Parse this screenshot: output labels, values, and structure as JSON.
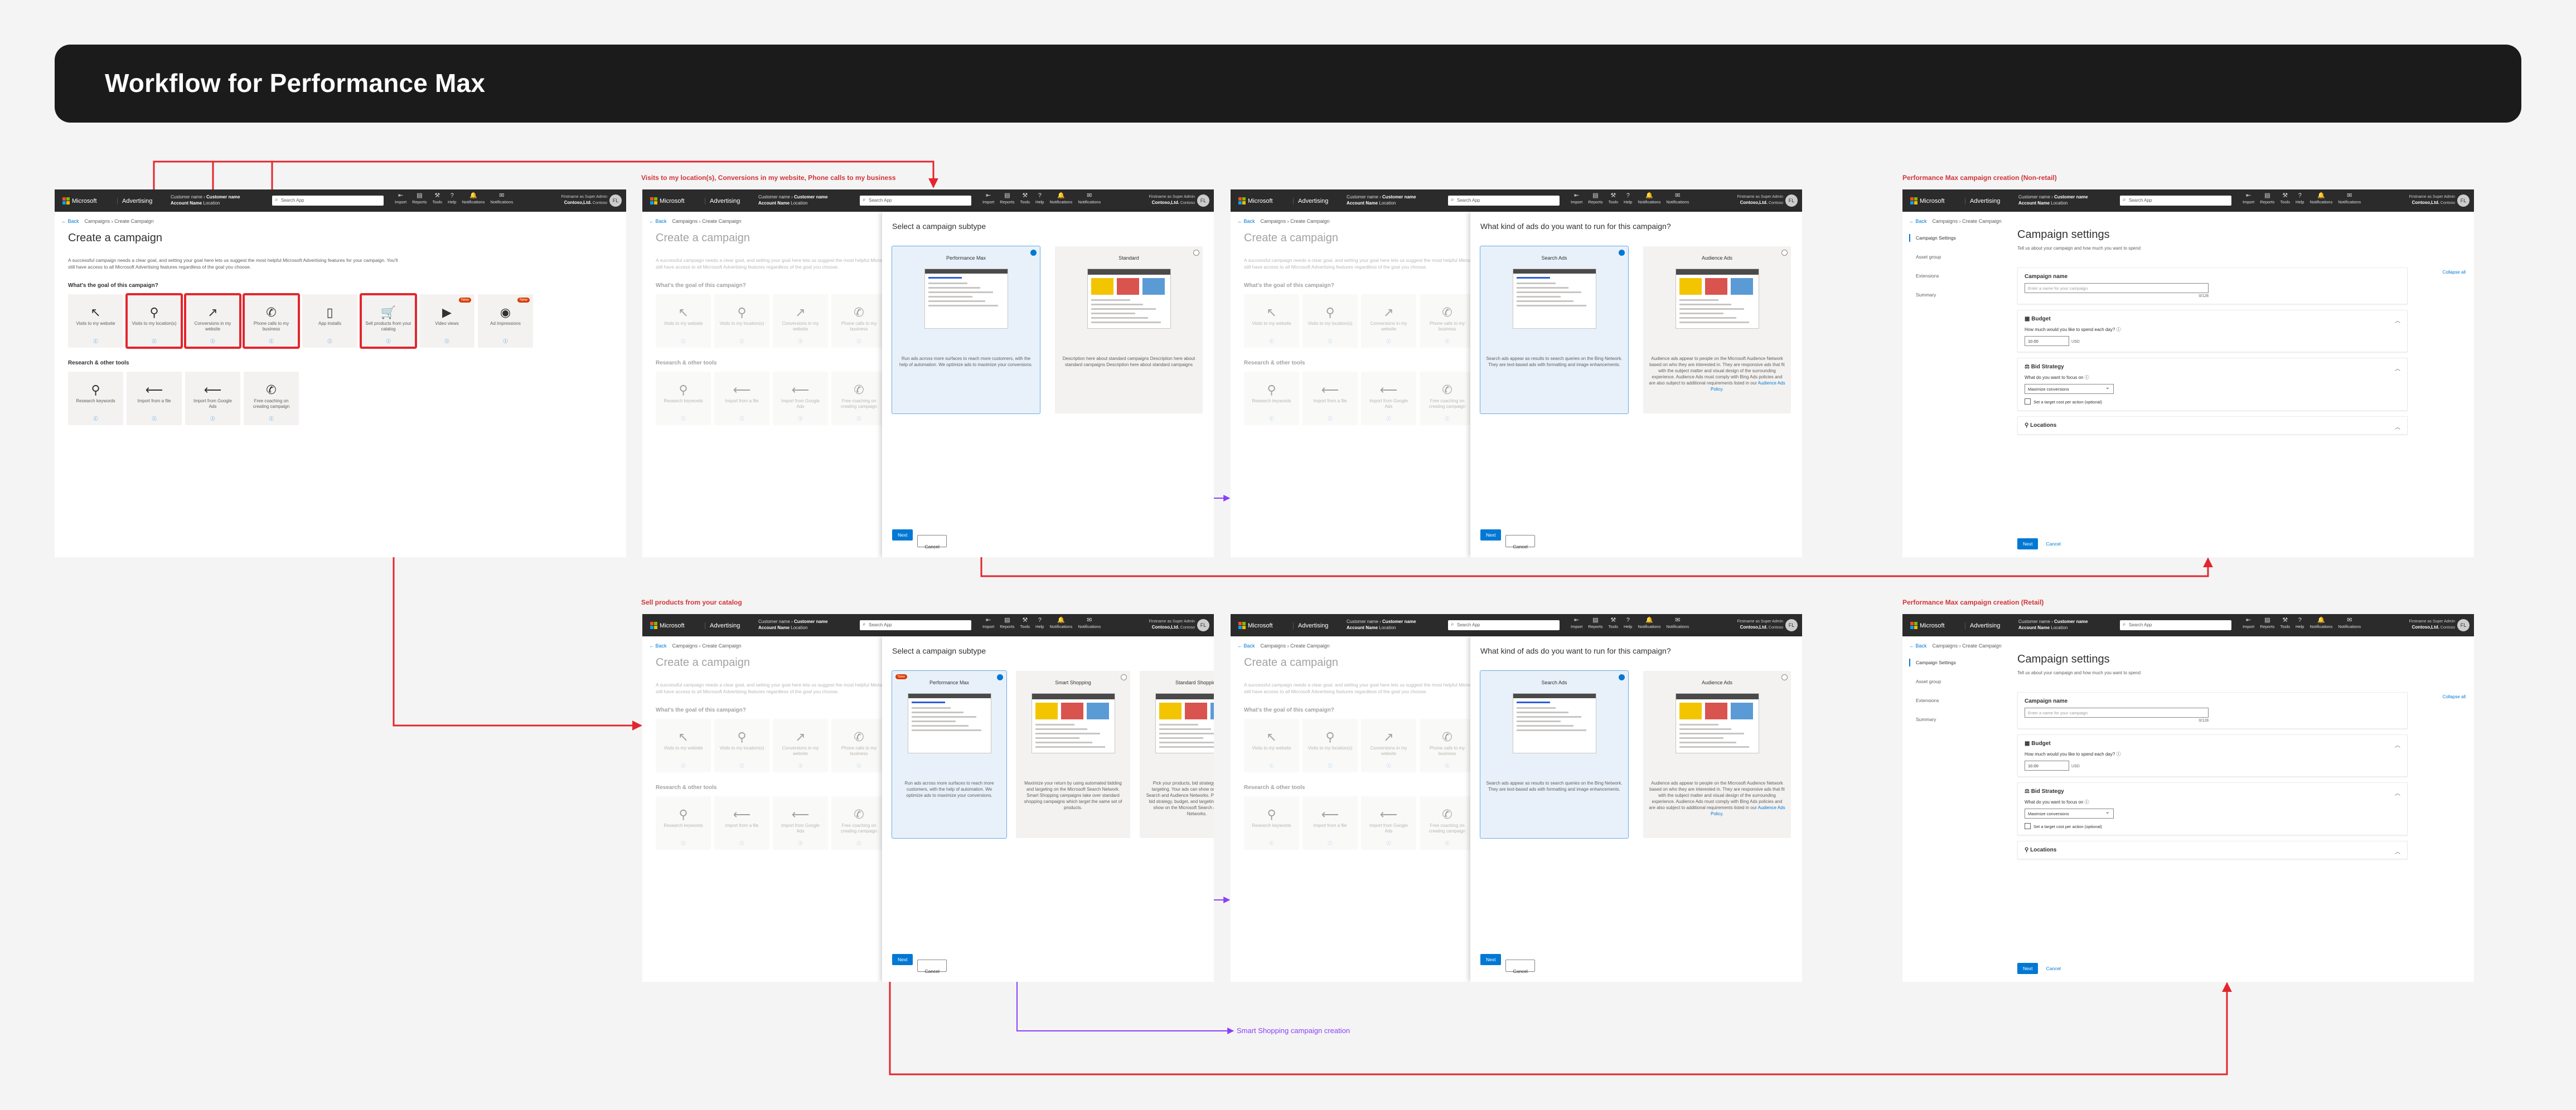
{
  "page_title": "Workflow for Performance Max",
  "flow_labels": {
    "row1_frame2": "Visits to my location(s), Conversions in my website, Phone calls to my business",
    "row1_frame4": "Performance Max campaign creation (Non-retail)",
    "row2_frame2": "Sell products from your catalog",
    "row2_frame4": "Performance Max campaign creation (Retail)",
    "smart_shopping": "Smart Shopping campaign creation"
  },
  "colors": {
    "flow_red": "#e3262e",
    "flow_purple": "#8a3ffc",
    "accent": "#0078d4",
    "topbar": "#2b2b2b"
  },
  "topbar": {
    "brand": "Microsoft",
    "product": "Advertising",
    "customer_label": "Customer name",
    "customer_value": "Customer name",
    "account_label": "Account Name",
    "account_value": "Location",
    "search_placeholder": "Search App",
    "tools": [
      {
        "label": "Import",
        "icon": "import-icon"
      },
      {
        "label": "Reports",
        "icon": "reports-icon"
      },
      {
        "label": "Tools",
        "icon": "tools-icon"
      },
      {
        "label": "Help",
        "icon": "help-icon"
      },
      {
        "label": "Notifications",
        "icon": "bell-icon"
      },
      {
        "label": "Notifications",
        "icon": "chat-icon"
      }
    ],
    "user_line1": "Firstname as Super Admin",
    "user_company": "Contoso,Ltd.",
    "user_extra": "Contoso",
    "avatar": "FL"
  },
  "breadcrumb": {
    "back": "Back",
    "campaigns": "Campaigns",
    "current": "Create Campaign"
  },
  "create": {
    "title": "Create a campaign",
    "description": "A successful campaign needs a clear goal, and setting your goal here lets us suggest the most helpful Microsoft Advertising features for your campaign. You'll still have access to all Microsoft Advertising features regardless of the goal you choose.",
    "goal_heading": "What's the goal of this campaign?",
    "goals": [
      {
        "label": "Visits to my website",
        "icon": "cursor-icon"
      },
      {
        "label": "Visits to my location(s)",
        "icon": "location-pin-icon"
      },
      {
        "label": "Conversions in my website",
        "icon": "click-icon"
      },
      {
        "label": "Phone calls to my business",
        "icon": "phone-icon"
      },
      {
        "label": "App installs",
        "icon": "mobile-icon"
      },
      {
        "label": "Sell products from your catalog",
        "icon": "cart-icon"
      },
      {
        "label": "Video views",
        "icon": "play-icon",
        "badge": "New"
      },
      {
        "label": "Ad impressions",
        "icon": "eye-icon",
        "badge": "New"
      }
    ],
    "tools_heading": "Research & other tools",
    "tools": [
      {
        "label": "Research keywords",
        "icon": "magnifier-icon"
      },
      {
        "label": "Import from a file",
        "icon": "import-arrow-icon"
      },
      {
        "label": "Import from Google Ads",
        "icon": "import-arrow-icon"
      },
      {
        "label": "Free coaching on creating campaign",
        "icon": "phone-icon"
      }
    ],
    "info_glyph": "ⓘ"
  },
  "subtype": {
    "heading": "Select a campaign subtype",
    "pmax": {
      "title": "Performance Max",
      "desc": "Run ads across more surfaces to reach more customers, with the help of automation. We optimize ads to maximize your conversions.",
      "badge": "New"
    },
    "standard": {
      "title": "Standard",
      "desc": "Description here about standard campaigns Description here about standard campaigns Description here about standard campaigns"
    },
    "smart": {
      "title": "Smart Shopping",
      "desc": "Maximize your return by using automated bidding and targeting on the Microsoft Search Network. Smart Shopping campaigns take over standard shopping campaigns which target the same set of products."
    },
    "std_shopping": {
      "title": "Standard Shopping",
      "desc": "Pick your products, bid strategy, budget, and targeting. Your ads can show on the Microsoft Search and Audience Networks. Pick your products bid strategy, budget, and targeting. Your ads can show on the Microsoft Search and Audience Networks."
    },
    "next": "Next",
    "cancel": "Cancel"
  },
  "adtype": {
    "heading": "What kind of ads do you want to run for this campaign?",
    "search": {
      "title": "Search Ads",
      "desc": "Search ads appear as results to search queries on the Bing Network. They are text-based ads with formatting and image enhancements."
    },
    "audience": {
      "title": "Audience Ads",
      "desc": "Audience ads appear to people on the Microsoft Audience Network based on who they are interested in. They are responsive ads that fit with the subject matter and visual design of the surrounding experience. Audience Ads must comply with Bing Ads policies and are also subject to additional requirements listed in our",
      "link": "Audience Ads Policy."
    },
    "next": "Next",
    "cancel": "Cancel"
  },
  "settings": {
    "nav": [
      "Campaign Settings",
      "Asset group",
      "Extensions",
      "Summary"
    ],
    "title": "Campaign settings",
    "subtitle": "Tell us about your campaign and how much you want to spend",
    "collapse_all": "Collapse all",
    "name_label": "Campaign name",
    "name_placeholder": "Enter a name for your campaign",
    "name_count": "0/128",
    "budget_title": "Budget",
    "budget_question": "How much would you like to spend each day?",
    "budget_value": "10.00",
    "currency": "USD",
    "bid_title": "Bid Strategy",
    "bid_question": "What do you want to focus on",
    "bid_value": "Maximize conversions",
    "bid_checkbox": "Set a target cost per action (optional)",
    "locations_title": "Locations",
    "next": "Next",
    "cancel": "Cancel"
  }
}
